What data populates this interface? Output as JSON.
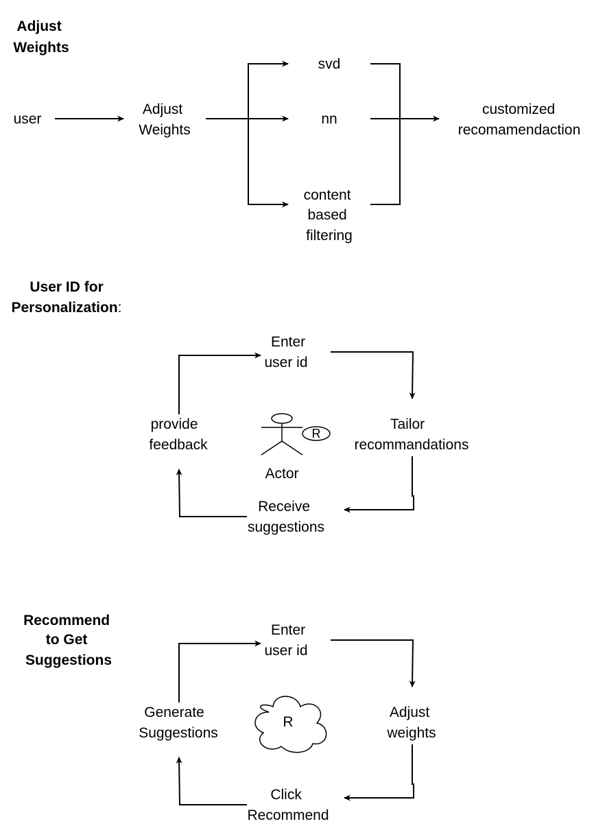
{
  "section1": {
    "title": [
      "Adjust",
      "Weights"
    ],
    "user": "user",
    "adjust": [
      "Adjust",
      "Weights"
    ],
    "svd": "svd",
    "nn": "nn",
    "cbf": [
      "content",
      "based",
      "filtering"
    ],
    "output": [
      "customized",
      "recomamendaction"
    ]
  },
  "section2": {
    "title_line1": "User ID for",
    "title_line2": "Personalization",
    "title_suffix": ":",
    "enter": [
      "Enter",
      "user id"
    ],
    "tailor": [
      "Tailor",
      "recommandations"
    ],
    "receive": [
      "Receive",
      "suggestions"
    ],
    "feedback": [
      "provide",
      "feedback"
    ],
    "actor_label": "Actor",
    "actor_tag": "R"
  },
  "section3": {
    "title": [
      "Recommend",
      "to Get",
      "Suggestions"
    ],
    "enter": [
      "Enter",
      "user id"
    ],
    "adjust": [
      "Adjust",
      "weights"
    ],
    "click": [
      "Click",
      "Recommend"
    ],
    "generate": [
      "Generate",
      "Suggestions"
    ],
    "cloud_label": "R"
  }
}
